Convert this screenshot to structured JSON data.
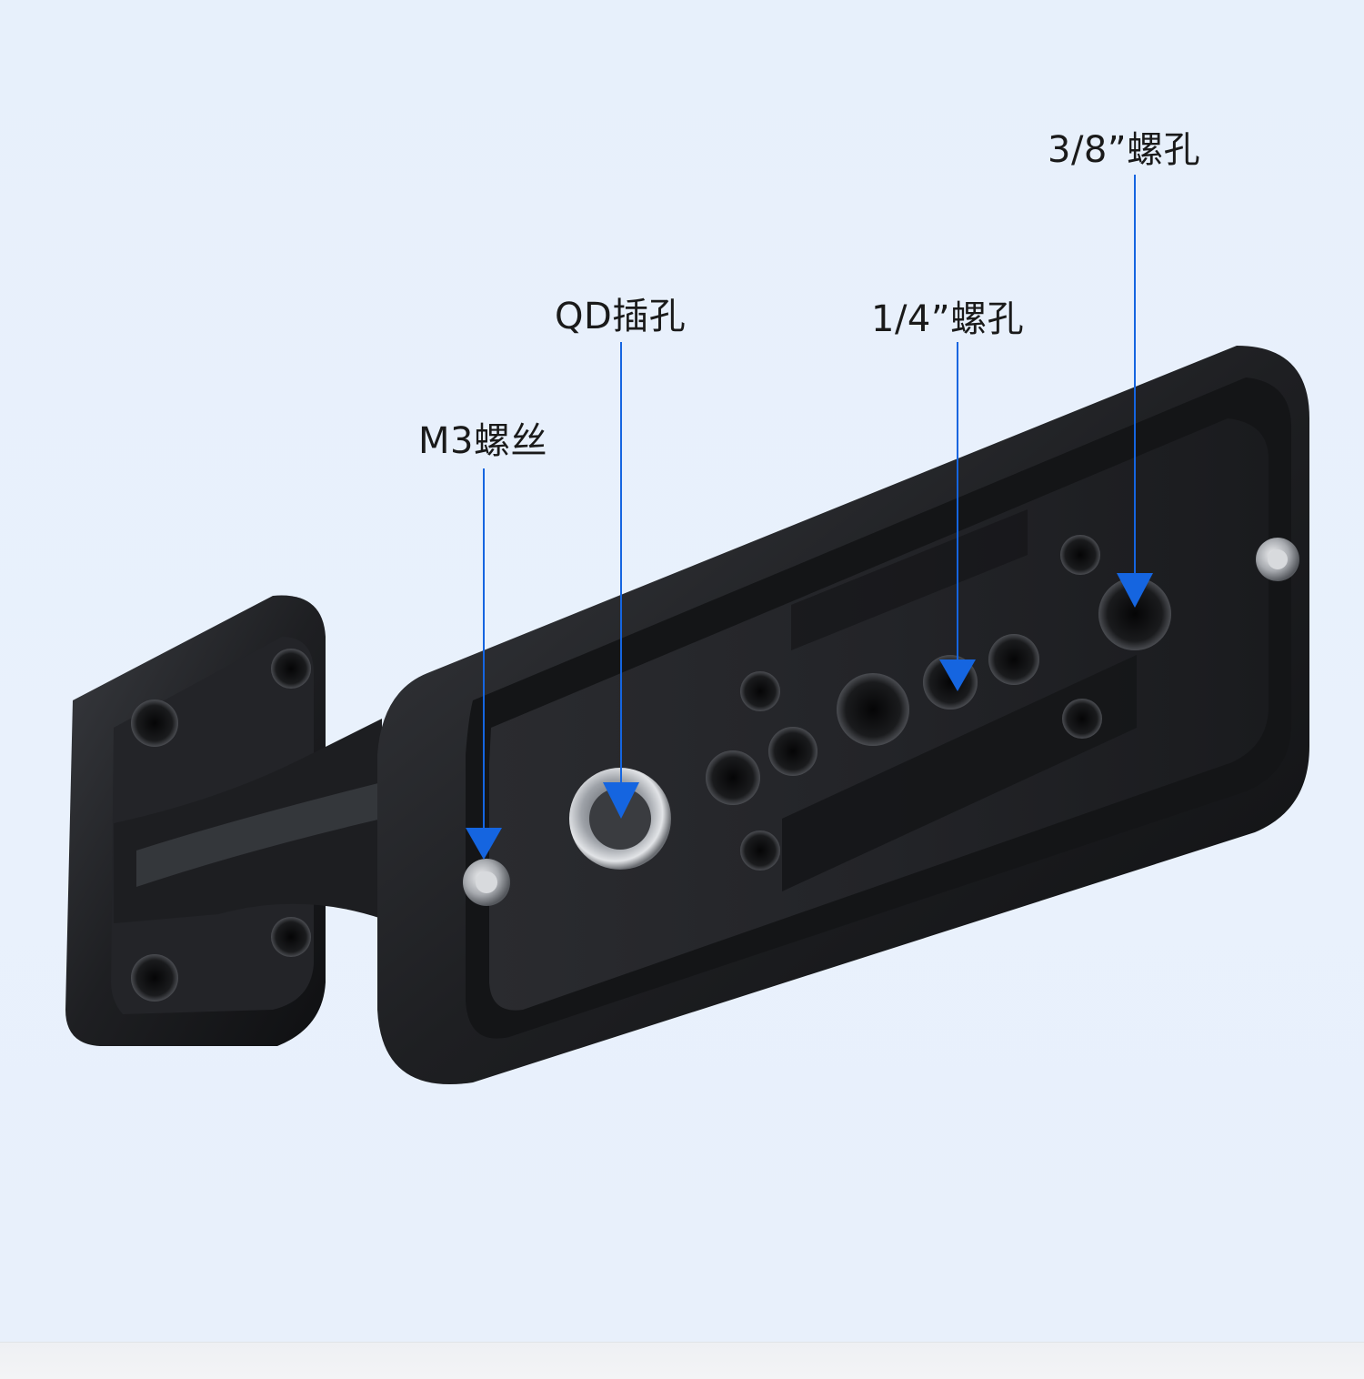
{
  "callouts": {
    "m3_screw": "M3螺丝",
    "qd_socket": "QD插孔",
    "quarter_inch_hole": "1/4”螺孔",
    "three_eighths_inch_hole": "3/8”螺孔"
  },
  "colors": {
    "background": "#e9f1fc",
    "arrow": "#1565e0",
    "plate": "#1c1d20"
  }
}
